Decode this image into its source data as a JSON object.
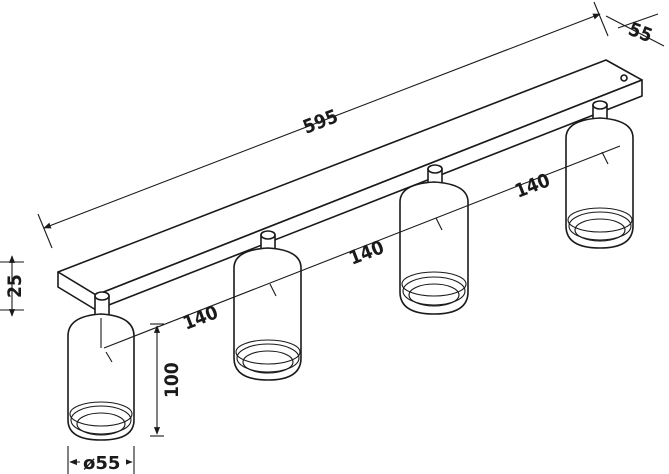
{
  "dimensions": {
    "overall_length": "595",
    "bar_width": "55",
    "bar_height": "25",
    "spacing_1": "140",
    "spacing_2": "140",
    "spacing_3": "140",
    "spot_height": "100",
    "spot_diameter": "ø55"
  },
  "colors": {
    "line": "#1a1a1a",
    "background": "#ffffff"
  }
}
